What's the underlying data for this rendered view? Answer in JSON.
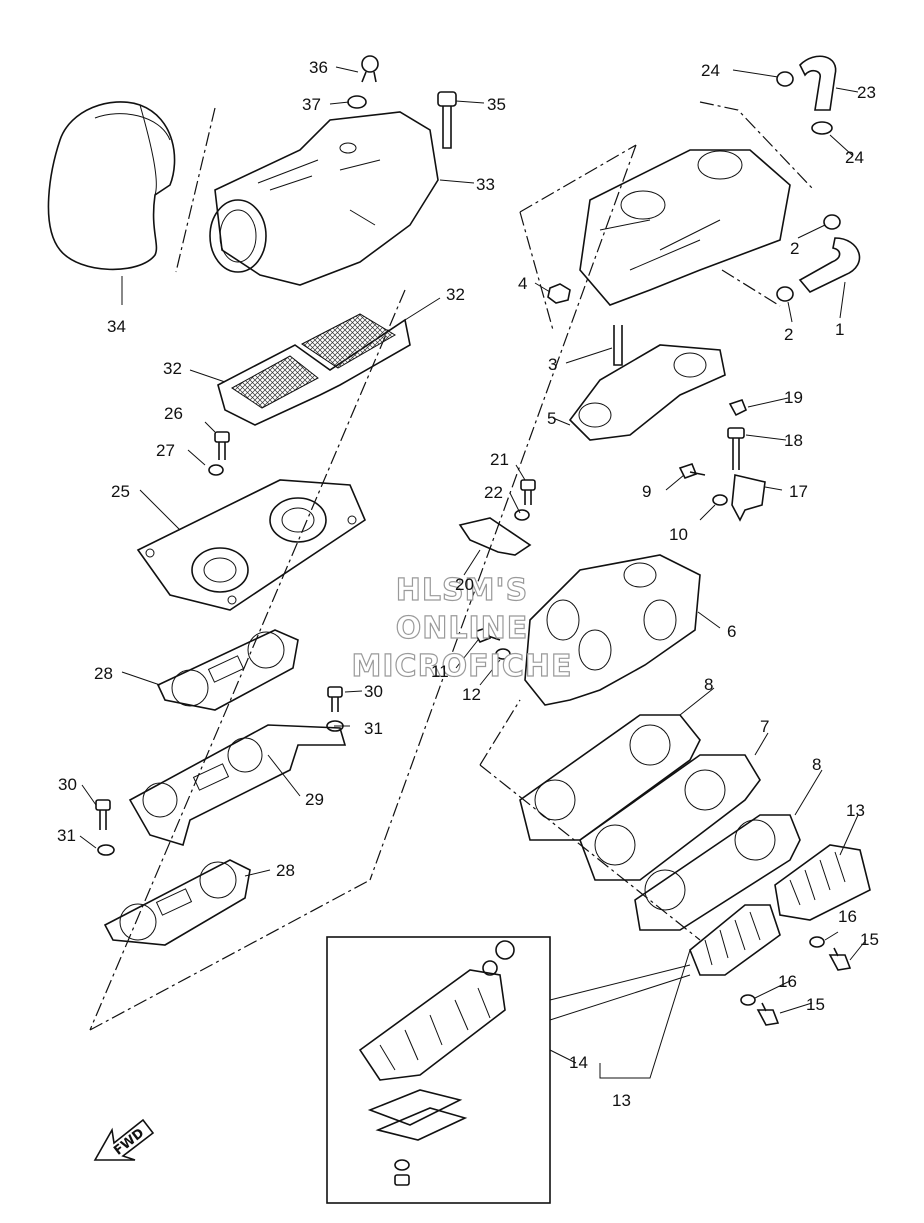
{
  "watermark": {
    "line1": "HLSM'S",
    "line2": "ONLINE",
    "line3": "MICROFICHE"
  },
  "fwd_arrow": {
    "label": "FWD"
  },
  "callouts": {
    "c1": "1",
    "c2a": "2",
    "c2b": "2",
    "c3": "3",
    "c4": "4",
    "c5": "5",
    "c6": "6",
    "c7": "7",
    "c8a": "8",
    "c8b": "8",
    "c9": "9",
    "c10": "10",
    "c11": "11",
    "c12": "12",
    "c13a": "13",
    "c13b": "13",
    "c14": "14",
    "c15a": "15",
    "c15b": "15",
    "c16a": "16",
    "c16b": "16",
    "c17": "17",
    "c18": "18",
    "c19": "19",
    "c20": "20",
    "c21": "21",
    "c22": "22",
    "c23": "23",
    "c24a": "24",
    "c24b": "24",
    "c25": "25",
    "c26": "26",
    "c27": "27",
    "c28a": "28",
    "c28b": "28",
    "c29": "29",
    "c30a": "30",
    "c30b": "30",
    "c31a": "31",
    "c31b": "31",
    "c32a": "32",
    "c32b": "32",
    "c33": "33",
    "c34": "34",
    "c35": "35",
    "c36": "36",
    "c37": "37"
  }
}
